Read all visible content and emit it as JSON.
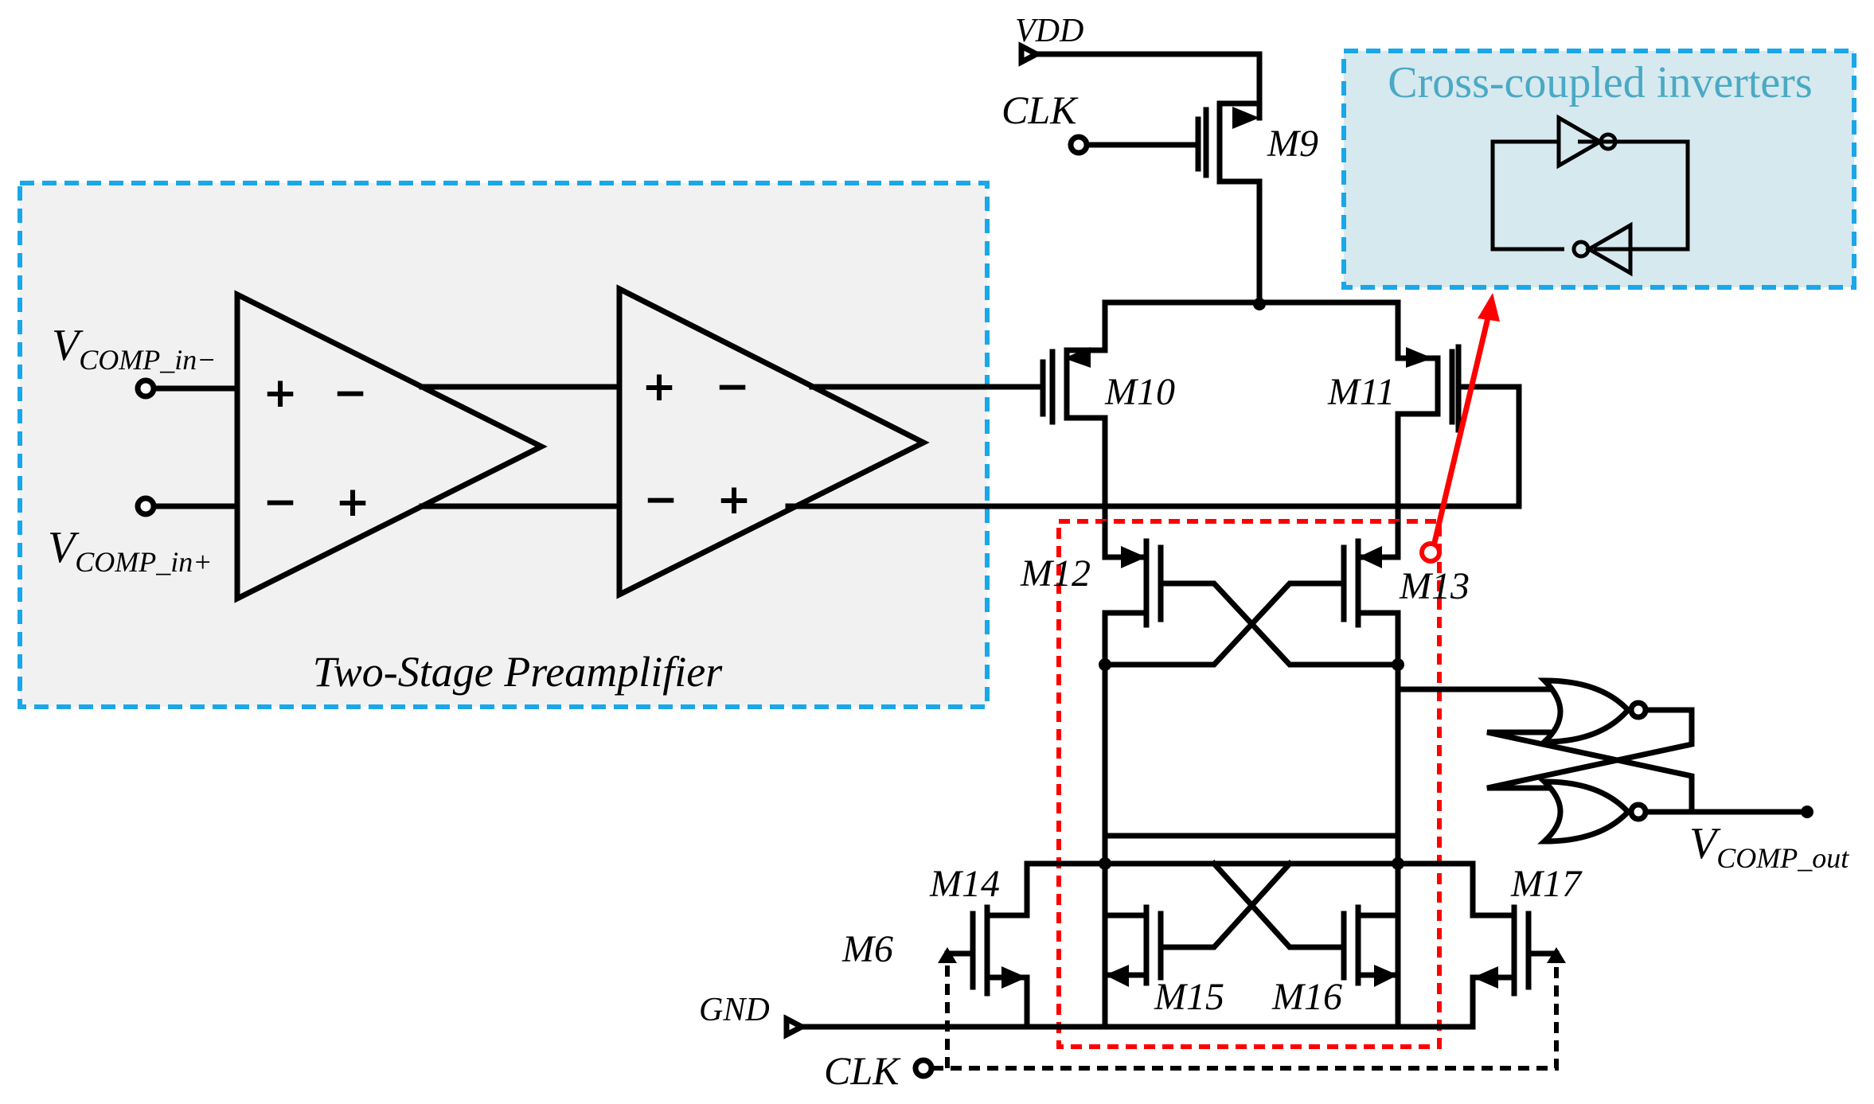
{
  "labels": {
    "vdd": "VDD",
    "gnd": "GND",
    "clk_top": "CLK",
    "clk_bottom": "CLK",
    "vin_minus_base": "V",
    "vin_minus_sub": "COMP_in",
    "vin_minus_sign": "−",
    "vin_plus_base": "V",
    "vin_plus_sub": "COMP_in",
    "vin_plus_sign": "+",
    "vout_base": "V",
    "vout_sub": "COMP_out",
    "preamp_title": "Two-Stage Preamplifier",
    "inverters_title": "Cross-coupled inverters"
  },
  "transistors": {
    "m6": "M6",
    "m9": "M9",
    "m10": "M10",
    "m11": "M11",
    "m12": "M12",
    "m13": "M13",
    "m14": "M14",
    "m15": "M15",
    "m16": "M16",
    "m17": "M17"
  },
  "amp_signs": {
    "plus": "+",
    "minus": "−"
  },
  "colors": {
    "blue_dash": "#1aa7e8",
    "red_dash": "#ff0000",
    "preamp_fill": "#f1f1f1",
    "inverters_fill": "#d6e9ef",
    "inverters_text": "#4aa9c4"
  }
}
